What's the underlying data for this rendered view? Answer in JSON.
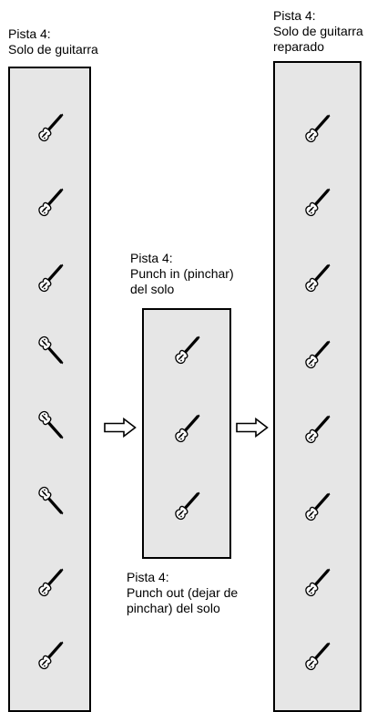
{
  "labels": {
    "left": {
      "line1": "Pista 4:",
      "line2": "Solo de guitarra"
    },
    "punch_in": {
      "line1": "Pista 4:",
      "line2": "Punch in (pinchar)",
      "line3": "del solo"
    },
    "punch_out": {
      "line1": "Pista 4:",
      "line2": "Punch out (dejar de",
      "line3": "pinchar) del solo"
    },
    "right": {
      "line1": "Pista 4:",
      "line2": "Solo de guitarra",
      "line3": "reparado"
    }
  },
  "tracks": {
    "left": {
      "guitars": [
        "upright",
        "upright",
        "upright",
        "inverted",
        "inverted",
        "inverted",
        "upright",
        "upright"
      ]
    },
    "middle": {
      "guitars": [
        "upright",
        "upright",
        "upright"
      ]
    },
    "right": {
      "guitars": [
        "upright",
        "upright",
        "upright",
        "upright",
        "upright",
        "upright",
        "upright",
        "upright"
      ]
    }
  },
  "colors": {
    "track_fill": "#e6e6e6",
    "stroke": "#000000",
    "background": "#ffffff"
  },
  "icons": {
    "guitar": "guitar-icon",
    "arrow": "right-arrow-icon"
  }
}
